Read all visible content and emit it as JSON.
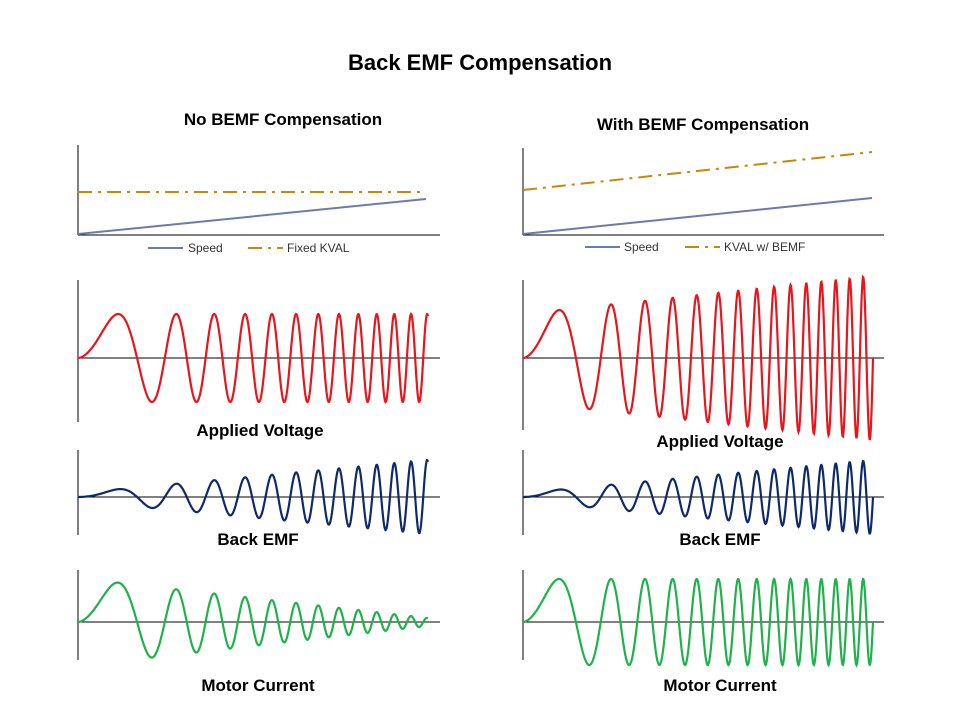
{
  "title": "Back EMF Compensation",
  "colors": {
    "speed": "#6b7bb0",
    "kval": "#c8860a",
    "voltage": "#e8161c",
    "bemf": "#0f2a6b",
    "current": "#1fb24a",
    "axis": "#000000"
  },
  "left": {
    "heading": "No BEMF Compensation",
    "legend": {
      "speed": "Speed",
      "kval": "Fixed KVAL"
    },
    "labels": {
      "voltage": "Applied Voltage",
      "bemf": "Back EMF",
      "current": "Motor Current"
    }
  },
  "right": {
    "heading": "With BEMF Compensation",
    "legend": {
      "speed": "Speed",
      "kval": "KVAL w/ BEMF"
    },
    "labels": {
      "voltage": "Applied Voltage",
      "bemf": "Back EMF",
      "current": "Motor Current"
    }
  }
}
